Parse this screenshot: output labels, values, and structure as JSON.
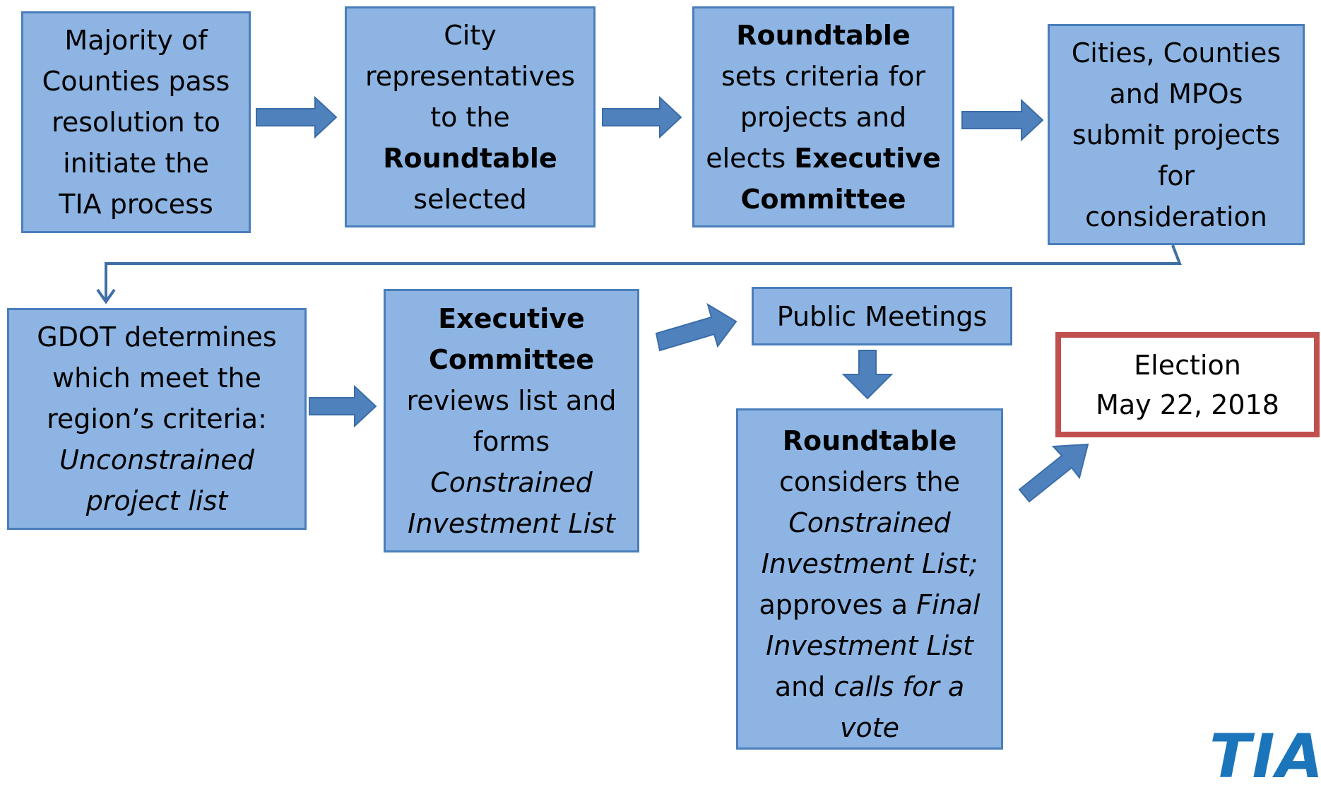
{
  "boxes": {
    "counties_resolution": [
      "Majority of",
      "Counties pass",
      "resolution to",
      "initiate the",
      "TIA process"
    ],
    "city_reps": {
      "l1": "City",
      "l2": "representatives",
      "l3": "to the",
      "l4_bold": "Roundtable",
      "l5": "selected"
    },
    "roundtable_criteria": {
      "l1_bold": "Roundtable",
      "l2": "sets criteria for",
      "l3": "projects and",
      "l4_pre": "elects ",
      "l4_bold": "Executive",
      "l5_bold": "Committee"
    },
    "submit_projects": [
      "Cities, Counties",
      "and MPOs",
      "submit projects",
      "for",
      "consideration"
    ],
    "gdot": {
      "l1": "GDOT determines",
      "l2": "which meet the",
      "l3": "region’s criteria:",
      "l4_italic": "Unconstrained",
      "l5_italic": "project list"
    },
    "exec_committee": {
      "l1_bold": "Executive",
      "l2_bold": "Committee",
      "l3": "reviews list and",
      "l4": "forms",
      "l5_italic": "Constrained",
      "l6_italic": "Investment List"
    },
    "public_meetings": "Public Meetings",
    "roundtable_final": {
      "l1_bold": "Roundtable",
      "l2": "considers the",
      "l3_italic": "Constrained",
      "l4_italic": "Investment List;",
      "l5_pre": "approves a ",
      "l5_italic": "Final",
      "l6_italic": "Investment List",
      "l7_pre": "and ",
      "l7_italic": "calls for a",
      "l8_italic": "vote"
    },
    "election": {
      "l1": "Election",
      "l2": "May 22, 2018"
    }
  },
  "logo": "TIA",
  "colors": {
    "box_fill": "#8DB4E2",
    "box_border": "#4A7EBB",
    "arrow": "#4F81BD",
    "election_border": "#C0504D",
    "logo": "#1B75BB"
  }
}
